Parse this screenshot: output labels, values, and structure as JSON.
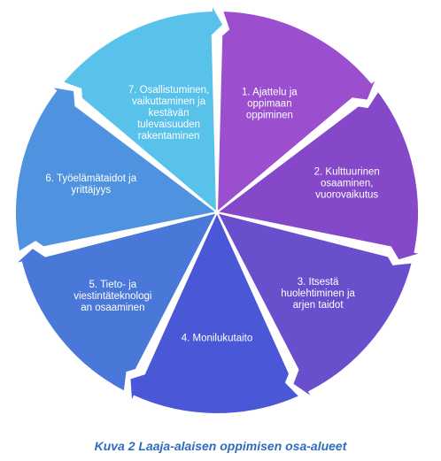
{
  "diagram": {
    "segments": [
      {
        "lines": [
          "1. Ajattelu ja",
          "oppimaan",
          "oppiminen"
        ],
        "color": "#9b4fcf",
        "text_color": "#ffffff"
      },
      {
        "lines": [
          "2. Kulttuurinen",
          "osaaminen,",
          "vuorovaikutus"
        ],
        "color": "#8548c8",
        "text_color": "#ffffff"
      },
      {
        "lines": [
          "3. Itsestä",
          "huolehtiminen ja",
          "arjen taidot"
        ],
        "color": "#6a4fcd",
        "text_color": "#ffffff"
      },
      {
        "lines": [
          "4. Monilukutaito"
        ],
        "color": "#4a57d6",
        "text_color": "#ffffff"
      },
      {
        "lines": [
          "5. Tieto- ja",
          "viestintäteknologi",
          "an osaaminen"
        ],
        "color": "#4a78d8",
        "text_color": "#ffffff"
      },
      {
        "lines": [
          "6. Työelämätaidot ja",
          "yrittäjyys"
        ],
        "color": "#4f93e0",
        "text_color": "#ffffff"
      },
      {
        "lines": [
          "7. Osallistuminen,",
          "vaikuttaminen ja",
          "kestävän",
          "tulevaisuuden",
          "rakentaminen"
        ],
        "color": "#58c2ea",
        "text_color": "#1f2a44"
      }
    ]
  },
  "caption": "Kuva 2 Laaja-alaisen oppimisen osa-alueet"
}
